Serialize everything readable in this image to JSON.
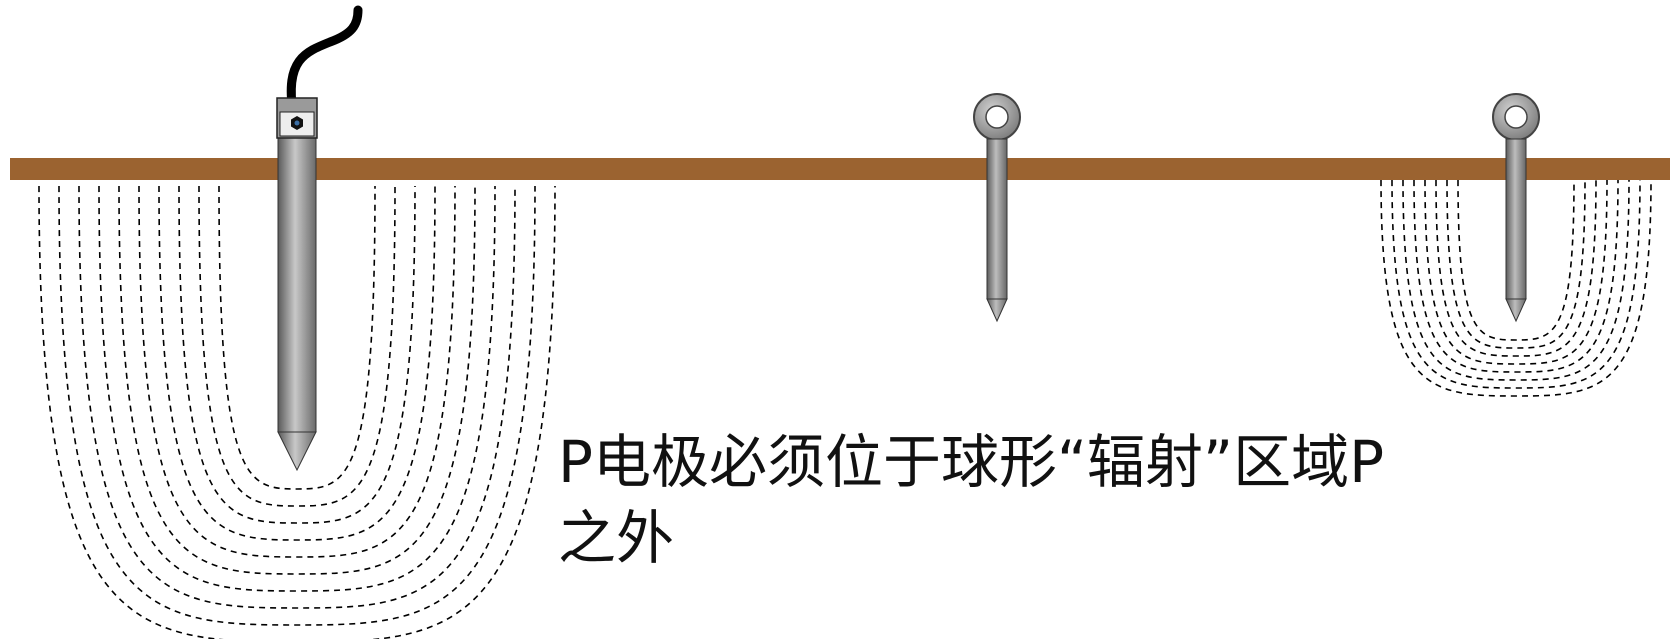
{
  "caption": {
    "line1": "P电极必须位于球形“辐射”区域P",
    "line2": "之外"
  },
  "colors": {
    "ground": "#9B6330",
    "rod_dark": "#5a5a5a",
    "rod_light": "#c8c8c8",
    "cable": "#000000",
    "field_lines": "#000000",
    "background": "#ffffff"
  },
  "elements": {
    "ground_line": "ground-surface",
    "main_electrode": "main-earth-electrode-with-cable",
    "potential_probe": "potential-probe-P",
    "current_probe": "current-probe-C"
  }
}
